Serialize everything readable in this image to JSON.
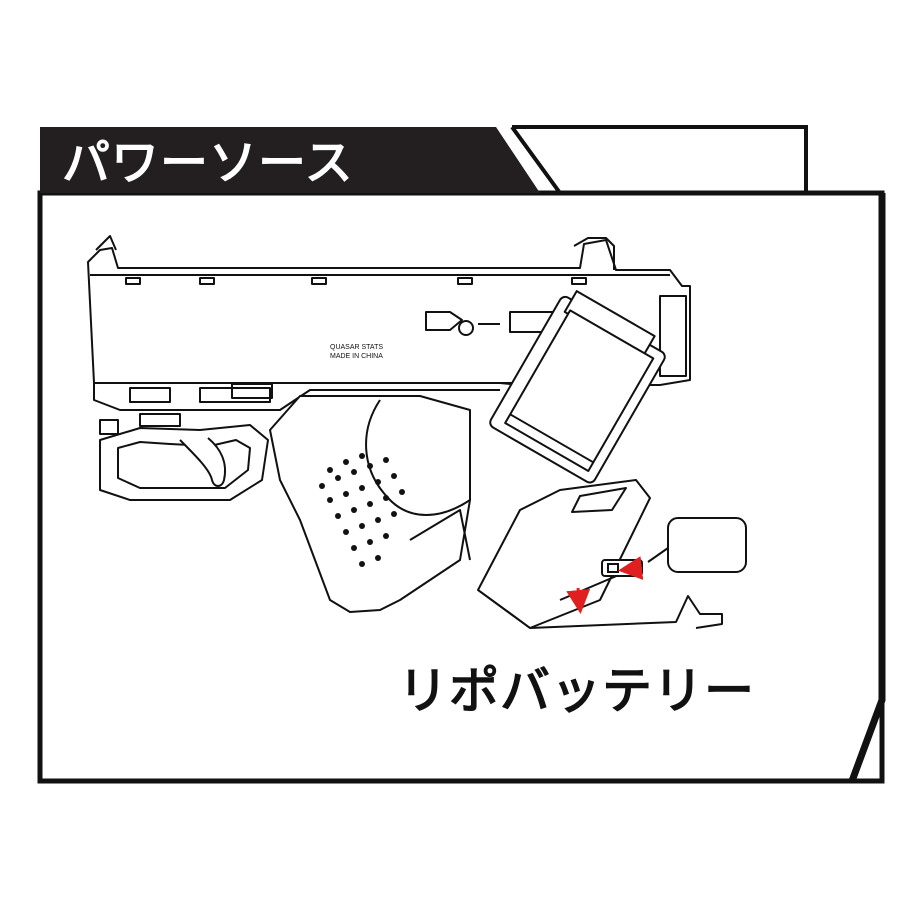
{
  "header": {
    "title": "パワーソース",
    "title_bg_color": "#231f20",
    "title_text_color": "#ffffff"
  },
  "diagram": {
    "stamp_lines": [
      "QUASAR STATS",
      "MADE IN CHINA"
    ],
    "caption": "リポバッテリー",
    "arrow_color": "#e02020",
    "line_color": "#111111"
  }
}
